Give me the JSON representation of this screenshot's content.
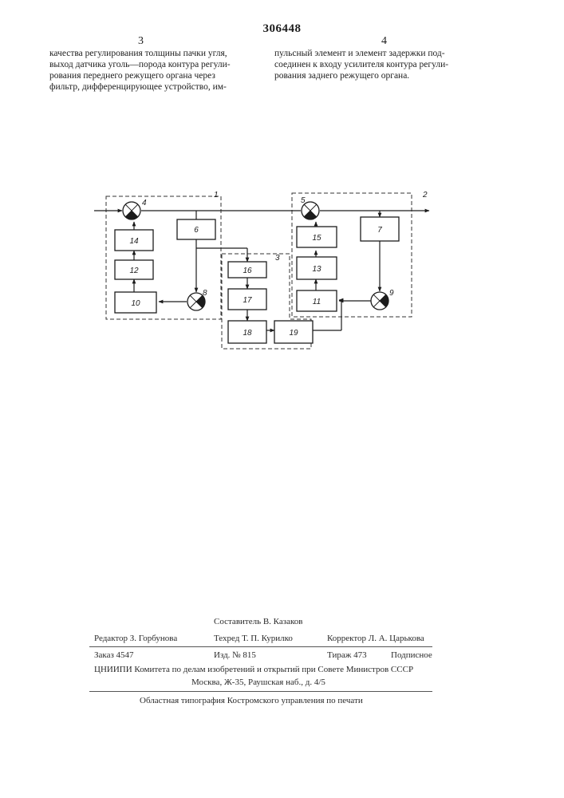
{
  "header": {
    "patent_number": "306448",
    "left_column_number": "3",
    "right_column_number": "4"
  },
  "left_column": {
    "lines": [
      "качества регулирования толщины пачки угля,",
      "выход датчика уголь—порода контура регули-",
      "рования переднего  режущего  органа через",
      "фильтр, дифференцирующее  устройство, им-"
    ]
  },
  "right_column": {
    "lines": [
      "пульсный элемент и элемент задержки  под-",
      "соединен к входу усилителя контура  регули-",
      "рования заднего режущего органа."
    ]
  },
  "diagram": {
    "group_labels": [
      "1",
      "2",
      "3"
    ],
    "blocks": [
      "14",
      "12",
      "10",
      "6",
      "16",
      "17",
      "18",
      "19",
      "15",
      "13",
      "11",
      "7"
    ],
    "nodes": [
      "4",
      "5",
      "8",
      "9"
    ]
  },
  "colophon": {
    "compiler": "Составитель  В.  Казаков",
    "editor": "Редактор З. Горбунова",
    "techred": "Техред Т. П. Курилко",
    "corrector": "Корректор  Л. А. Царькова",
    "order": "Заказ 4547",
    "izd": "Изд. № 815",
    "tirazh": "Тираж 473",
    "podpisnoe": "Подписное",
    "org": "ЦНИИПИ Комитета по делам изобретений  и открытий при Совете  Министров  СССР",
    "address": "Москва, Ж-35, Раушская наб., д. 4/5",
    "printer": "Областная типография  Костромского  управления  по печати"
  }
}
